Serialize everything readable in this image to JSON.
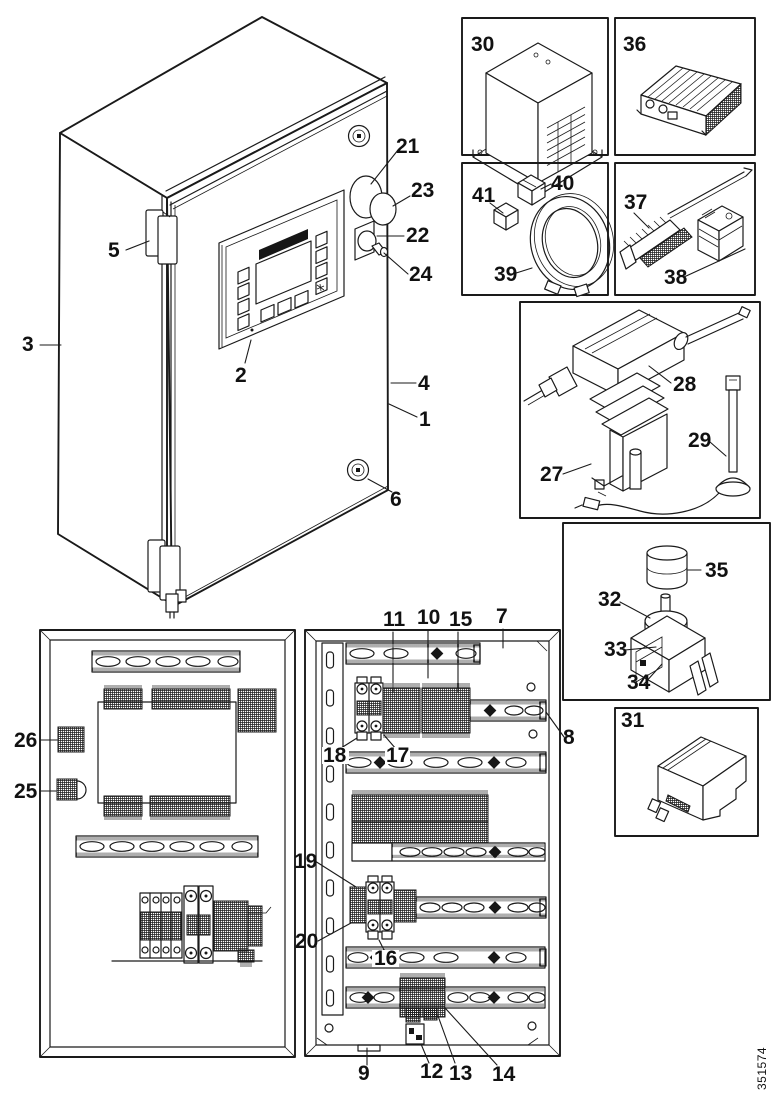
{
  "figure": {
    "drawing_number": "351574",
    "callouts": {
      "1": "1",
      "2": "2",
      "3": "3",
      "4": "4",
      "5": "5",
      "6": "6",
      "7": "7",
      "8": "8",
      "9": "9",
      "10": "10",
      "11": "11",
      "12": "12",
      "13": "13",
      "14": "14",
      "15": "15",
      "16": "16",
      "17": "17",
      "18": "18",
      "19": "19",
      "20": "20",
      "21": "21",
      "22": "22",
      "23": "23",
      "24": "24",
      "25": "25",
      "26": "26",
      "27": "27",
      "28": "28",
      "29": "29",
      "30": "30",
      "31": "31",
      "32": "32",
      "33": "33",
      "34": "34",
      "35": "35",
      "36": "36",
      "37": "37",
      "38": "38",
      "39": "39",
      "40": "40",
      "41": "41"
    }
  }
}
